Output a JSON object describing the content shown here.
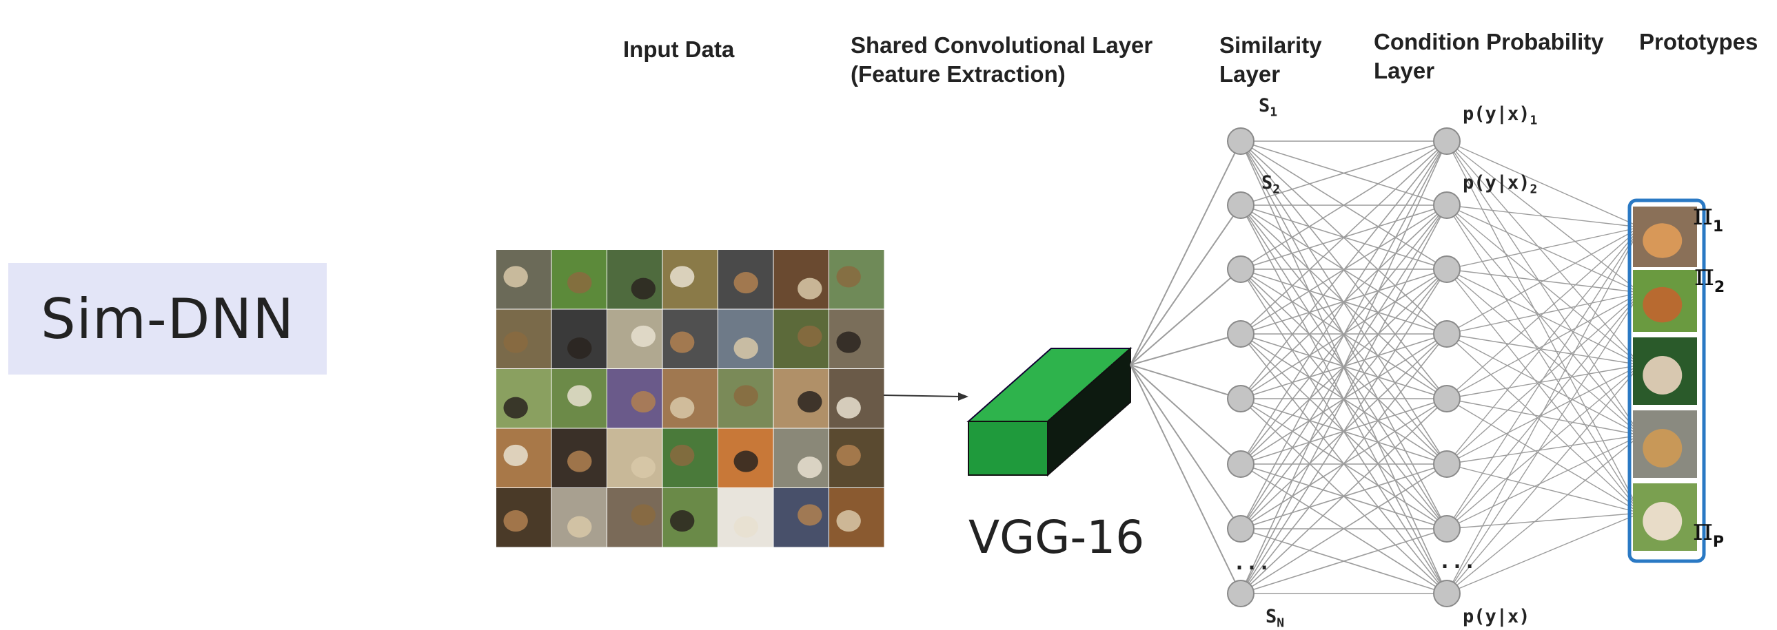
{
  "headers": {
    "input_data": "Input Data",
    "shared_conv_line1": "Shared Convolutional Layer",
    "shared_conv_line2": "(Feature Extraction)",
    "similarity_line1": "Similarity",
    "similarity_line2": "Layer",
    "cond_prob_line1": "Condition Probability",
    "cond_prob_line2": "Layer",
    "prototypes": "Prototypes"
  },
  "model_name": "Sim-DNN",
  "backbone_name": "VGG-16",
  "similarity_nodes": {
    "first": {
      "base": "S",
      "sub": "1"
    },
    "second": {
      "base": "S",
      "sub": "2"
    },
    "last": {
      "base": "S",
      "sub": "N"
    },
    "ellipsis": "..."
  },
  "probability_nodes": {
    "first": {
      "base": "p(y|x)",
      "sub": "1"
    },
    "second": {
      "base": "p(y|x)",
      "sub": "2"
    },
    "last": {
      "base": "p(y|x)",
      "sub": ""
    },
    "ellipsis": "..."
  },
  "prototype_labels": [
    {
      "base": "π",
      "sub": "1"
    },
    {
      "base": "π",
      "sub": "2"
    },
    {
      "base": "π",
      "sub": "P"
    }
  ],
  "colors": {
    "node_fill": "#c4c4c4",
    "node_stroke": "#8a8a8a",
    "edge": "#9c9c9c",
    "cnn_front": "#1f9a3c",
    "cnn_top": "#2eb34c",
    "cnn_side": "#0d1a10",
    "prototype_border": "#2a79c4",
    "model_box": "#e3e5f7"
  }
}
